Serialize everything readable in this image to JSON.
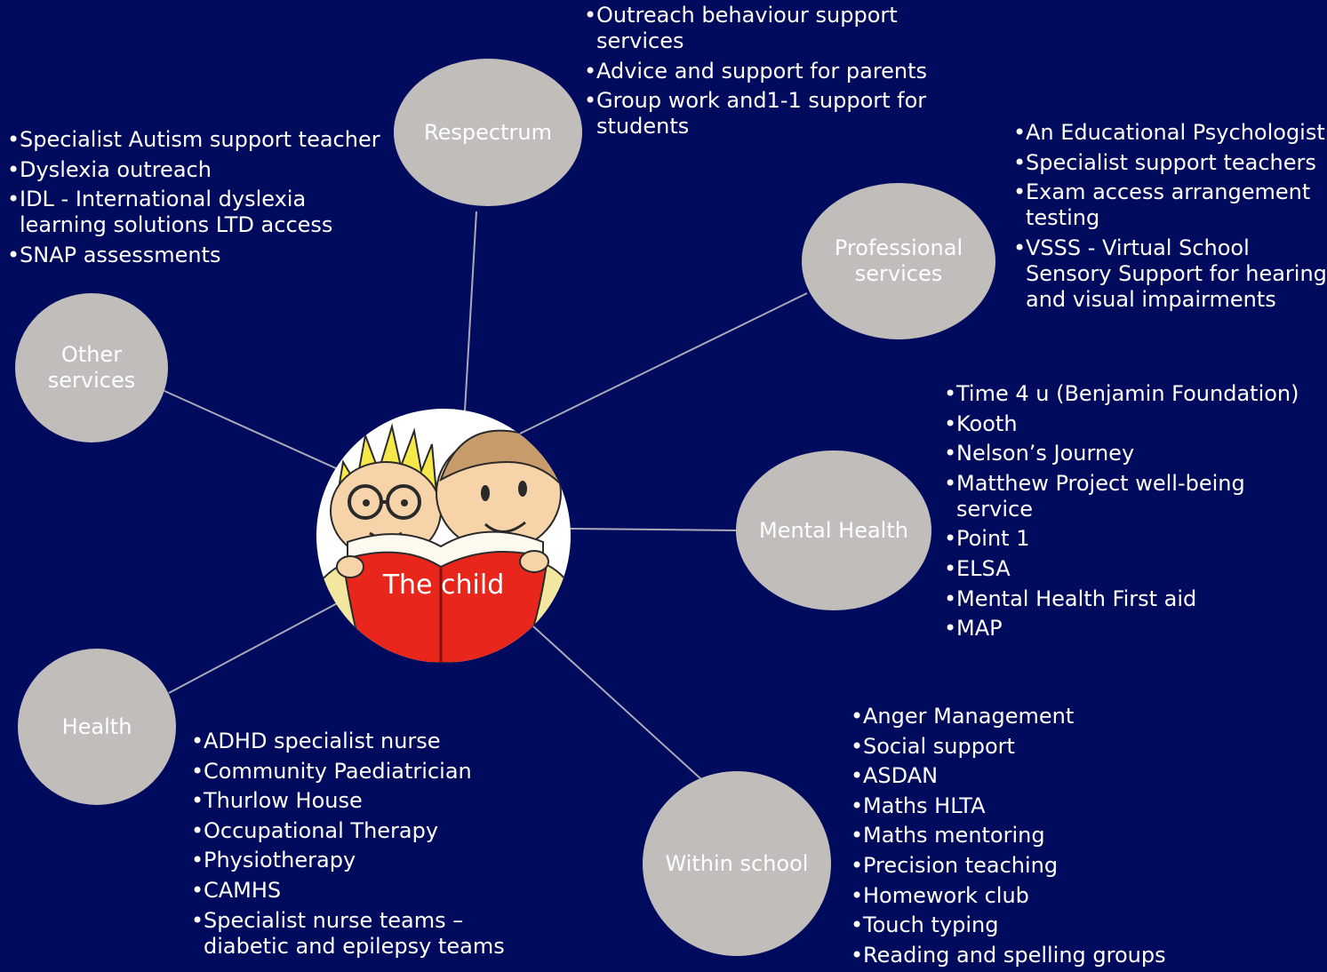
{
  "diagram": {
    "center": {
      "label": "The child"
    },
    "nodes": {
      "respectrum": {
        "label": "Respectrum",
        "items": [
          "Outreach behaviour support services",
          "Advice and support for parents",
          "Group work and1-1 support for students"
        ]
      },
      "professional": {
        "label": "Professional services",
        "items": [
          "An Educational Psychologist",
          "Specialist support teachers",
          "Exam access arrangement testing",
          "VSSS - Virtual School Sensory Support for hearing and visual impairments"
        ]
      },
      "mental_health": {
        "label": "Mental Health",
        "items": [
          "Time 4 u (Benjamin Foundation)",
          "Kooth",
          "Nelson’s Journey",
          "Matthew Project well-being service",
          "Point 1",
          "ELSA",
          "Mental Health First aid",
          "MAP"
        ]
      },
      "within_school": {
        "label": "Within school",
        "items": [
          "Anger Management",
          "Social support",
          "ASDAN",
          "Maths HLTA",
          "Maths mentoring",
          "Precision teaching",
          "Homework club",
          "Touch typing",
          "Reading and spelling groups"
        ]
      },
      "health": {
        "label": "Health",
        "items": [
          "ADHD specialist nurse",
          "Community Paediatrician",
          "Thurlow House",
          "Occupational Therapy",
          "Physiotherapy",
          "CAMHS",
          "Specialist nurse teams – diabetic and epilepsy teams"
        ]
      },
      "other": {
        "label": "Other services",
        "items": [
          "Specialist Autism support teacher",
          "Dyslexia outreach",
          "IDL - International dyslexia learning solutions LTD access",
          "SNAP assessments"
        ]
      }
    },
    "colors": {
      "background": "#010b5e",
      "node_fill": "#c0bdbb",
      "connector": "#a9a9b8",
      "text": "#ffffff"
    }
  }
}
